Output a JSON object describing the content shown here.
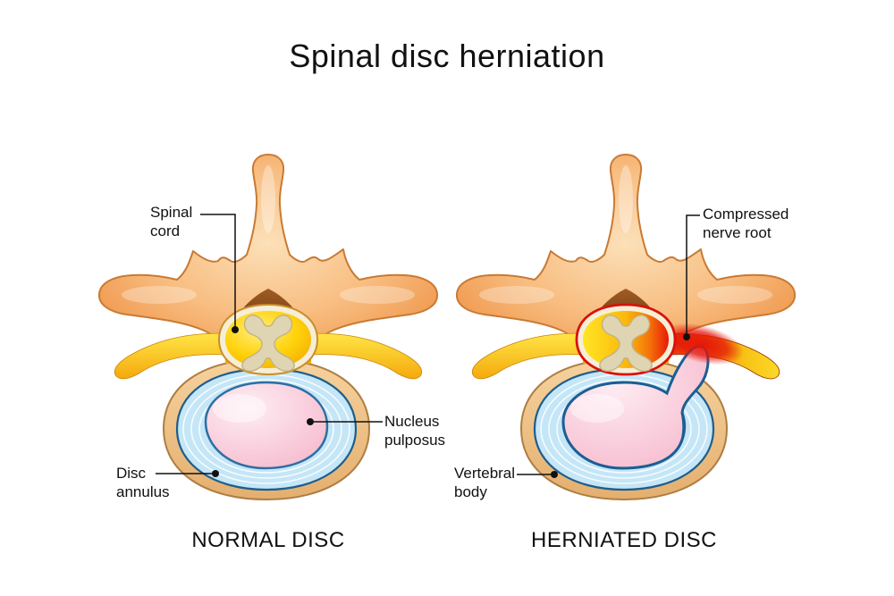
{
  "title": "Spinal disc herniation",
  "diagrams": {
    "normal": {
      "caption": "NORMAL DISC",
      "labels": {
        "spinal_cord": "Spinal\ncord",
        "nucleus_pulposus": "Nucleus\npulposus",
        "disc_annulus": "Disc\nannulus"
      }
    },
    "herniated": {
      "caption": "HERNIATED DISC",
      "labels": {
        "compressed_nerve_root": "Compressed\nnerve root",
        "vertebral_body": "Vertebral\nbody"
      }
    }
  },
  "colors": {
    "background": "#FFFFFF",
    "text": "#111111",
    "bone_light": "#FCE0B8",
    "bone": "#F09A50",
    "bone_outline": "#C97A33",
    "foramen_brown": "#6E3A12",
    "cord_yellow": "#FFD20A",
    "dura_cream": "#F6EED6",
    "gray_matter_beige": "#DFD5B2",
    "nerve_yellow": "#FFD824",
    "vertebral_body_tan": "#EFC288",
    "annulus_blue": "#C4E6F7",
    "annulus_edge_blue": "#1E5D8C",
    "nucleus_pink": "#F8C7D7",
    "compression_red": "#E01507"
  }
}
